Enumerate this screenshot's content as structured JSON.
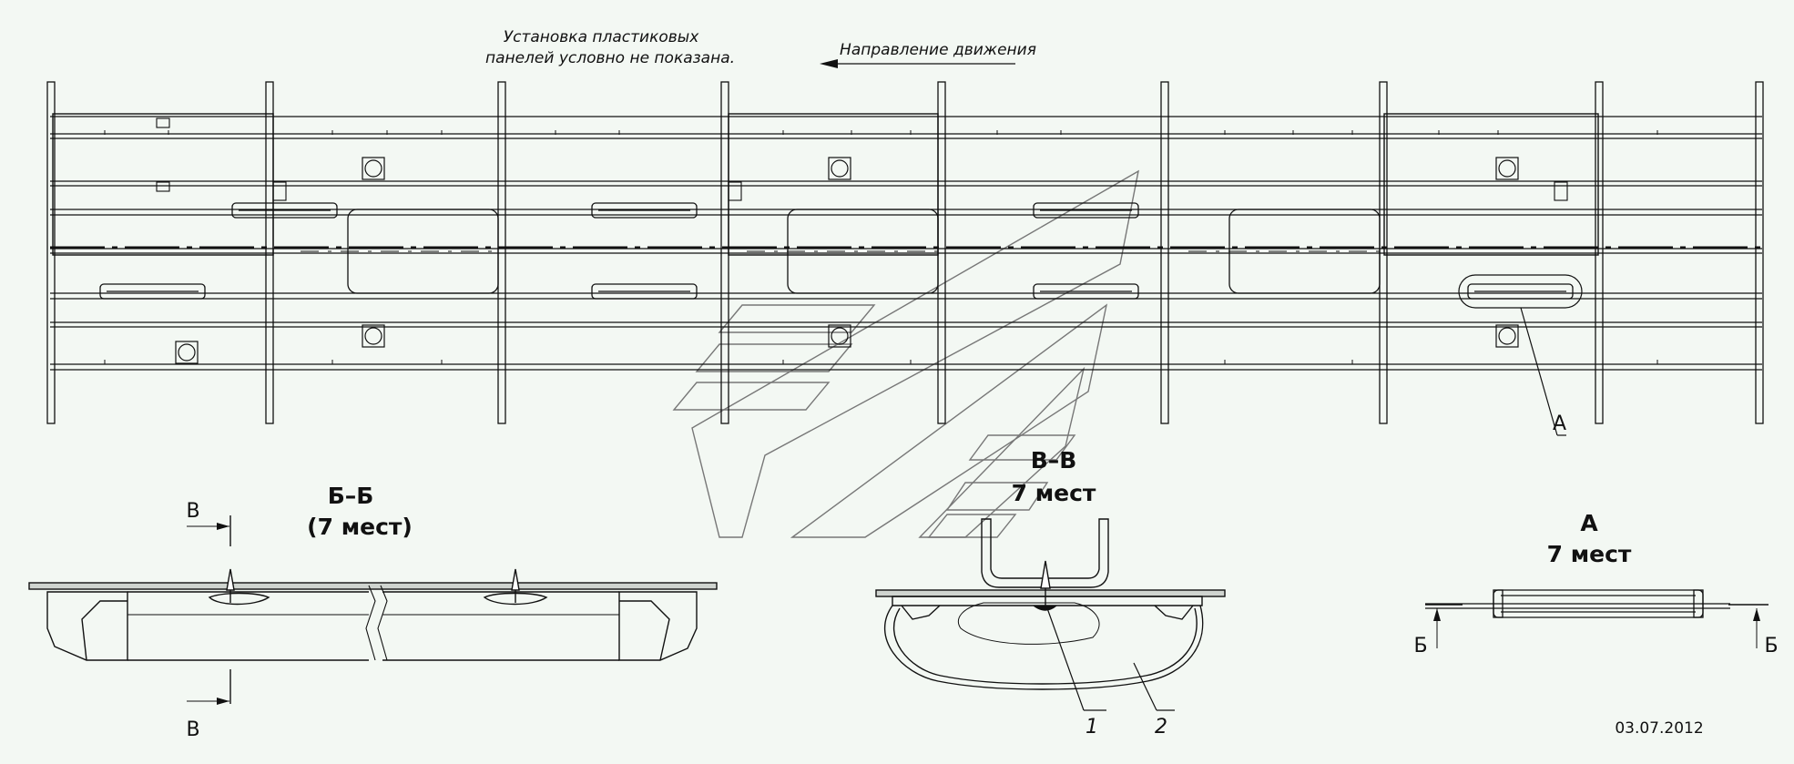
{
  "notes": {
    "panels_line1": "Установка пластиковых",
    "panels_line2": "панелей условно не показана.",
    "direction": "Направление движения"
  },
  "callouts": {
    "view_a_marker": "А",
    "section_b_left": "Б",
    "section_b_right": "Б",
    "section_v_top": "В",
    "section_v_bottom": "В",
    "leader_1": "1",
    "leader_2": "2"
  },
  "views": {
    "section_bb_title": "Б–Б",
    "section_bb_count": "(7 мест)",
    "section_vv_title": "В–В",
    "section_vv_count": "7 мест",
    "view_a_title": "А",
    "view_a_count": "7 мест"
  },
  "date": "03.07.2012",
  "colors": {
    "line": "#111111",
    "background": "#f3f8f3",
    "logo": "#777777"
  }
}
